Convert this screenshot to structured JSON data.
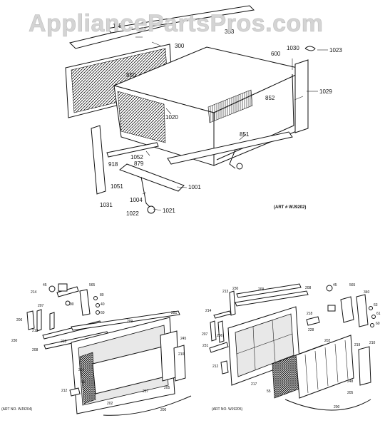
{
  "watermark": "AppliancePartsPros.com",
  "top": {
    "art_no": "(ART # WJ9202)",
    "labels": {
      "l1156": "1156",
      "l353": "353",
      "l300": "300",
      "l600": "600",
      "l1030": "1030",
      "l1023": "1023",
      "l850": "850",
      "l852": "852",
      "l1029": "1029",
      "l1020": "1020",
      "l851": "851",
      "l1052": "1052",
      "l918": "918",
      "l879": "879",
      "l1051": "1051",
      "l1001": "1001",
      "l1004": "1004",
      "l1031": "1031",
      "l1022": "1022",
      "l1021": "1021"
    }
  },
  "left": {
    "art_no": "(ART NO. WJ9204)",
    "labels": {
      "l45": "45",
      "l214": "214",
      "l206": "206",
      "l230": "230",
      "l207": "207",
      "l213": "213",
      "l208": "208",
      "l218": "218",
      "l209": "209",
      "l565": "565",
      "l90": "90",
      "l80": "80",
      "l40": "40",
      "l60": "60",
      "l251": "251",
      "l245": "245",
      "l210": "210",
      "l201": "201",
      "l212": "212",
      "l55": "55",
      "l217": "217",
      "l202": "202",
      "l205": "205",
      "l200": "200"
    }
  },
  "right": {
    "art_no": "(ART NO. WJ9205)",
    "labels": {
      "l45": "45",
      "l213": "213",
      "l230": "230",
      "l209": "209",
      "l208": "208",
      "l214": "214",
      "l207": "207",
      "l206": "206",
      "l218": "218",
      "l228": "228",
      "l565": "565",
      "l340": "340",
      "l63": "63",
      "l61": "61",
      "l60": "60",
      "l231": "231",
      "l212": "212",
      "l202": "202",
      "l219": "219",
      "l210": "210",
      "l217": "217",
      "l55": "55",
      "l248": "248",
      "l205": "205",
      "l200": "200"
    }
  }
}
